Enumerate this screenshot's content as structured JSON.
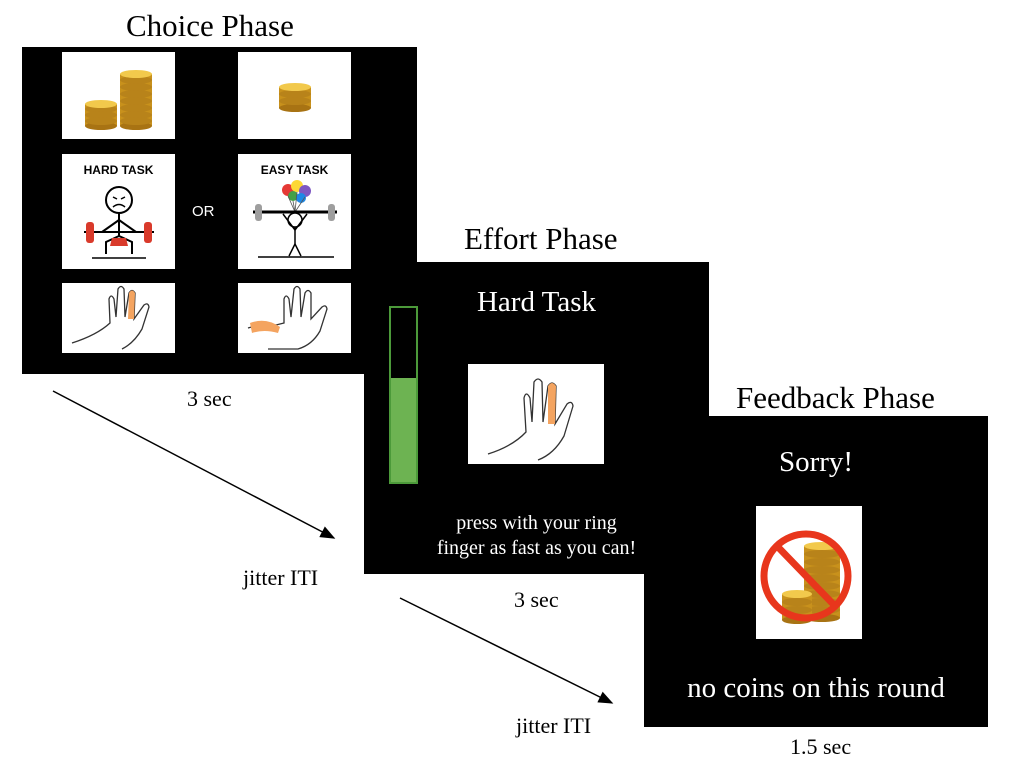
{
  "choice_phase": {
    "title": "Choice Phase",
    "timing": "3 sec",
    "hard_task_label": "HARD TASK",
    "easy_task_label": "EASY TASK",
    "or_label": "OR"
  },
  "effort_phase": {
    "title": "Effort Phase",
    "timing": "3 sec",
    "screen_heading": "Hard Task",
    "instruction_line1": "press with your ring",
    "instruction_line2": "finger as fast as you can!",
    "progress_fill_fraction": 0.6,
    "progress_color": "#6db352"
  },
  "feedback_phase": {
    "title": "Feedback Phase",
    "timing": "1.5 sec",
    "screen_heading": "Sorry!",
    "message": "no coins on this round"
  },
  "transitions": [
    {
      "label": "jitter ITI"
    },
    {
      "label": "jitter ITI"
    }
  ],
  "colors": {
    "screen_background": "#000000",
    "finger_highlight": "#f4a460",
    "no_symbol": "#e8361c",
    "coin_gold": "#d9a520"
  }
}
